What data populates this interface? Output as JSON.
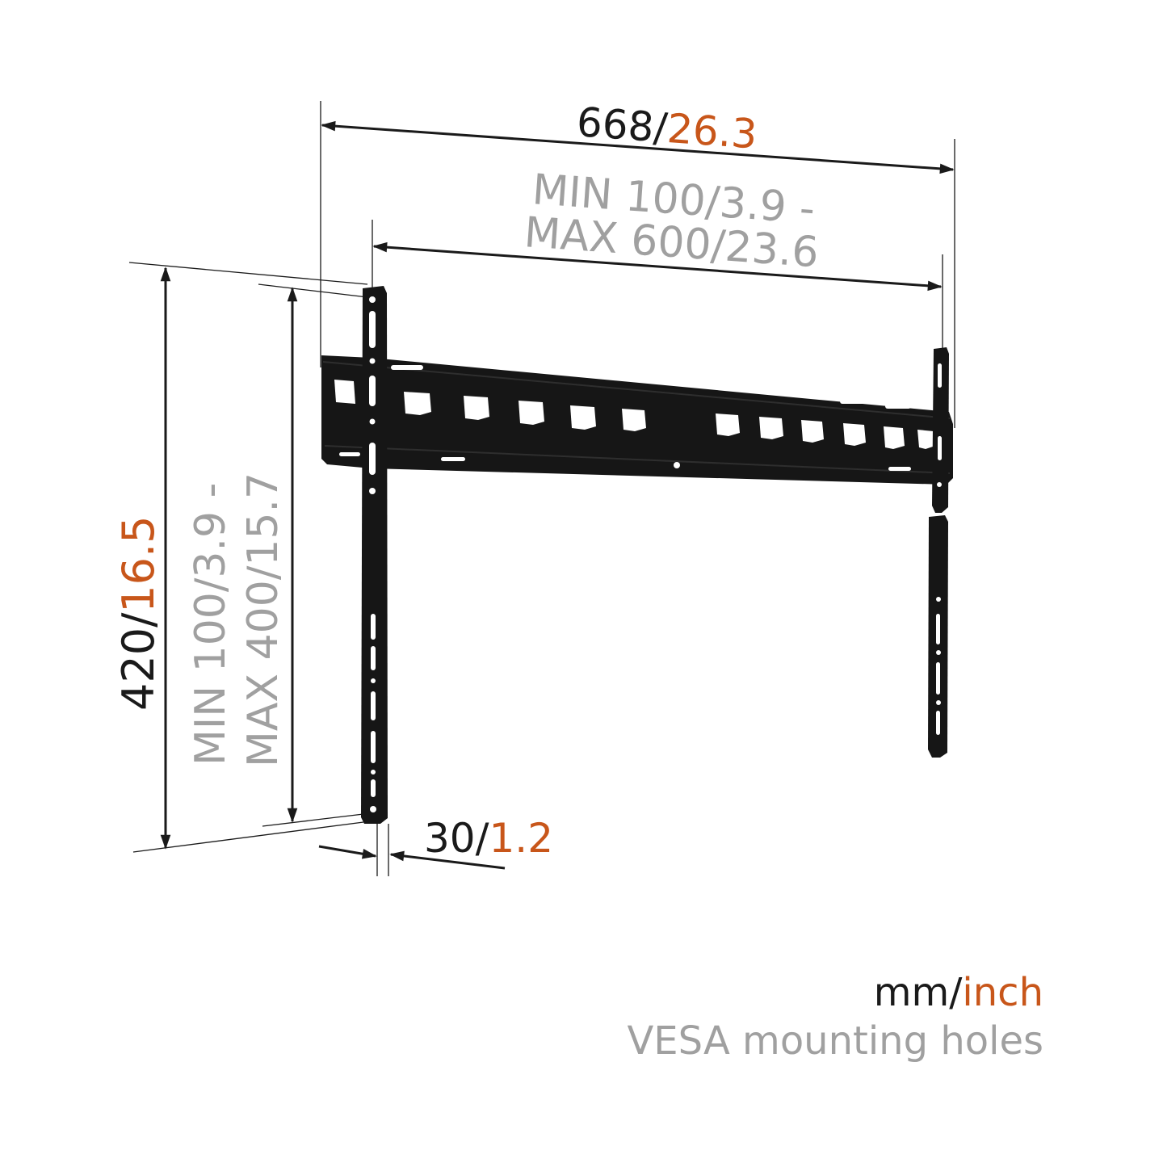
{
  "colors": {
    "dark": "#1a1a1a",
    "accent": "#c8561a",
    "muted": "#a0a0a0",
    "bracket": "#161616"
  },
  "overall_width": {
    "mm": "668",
    "sep": "/",
    "inch": "26.3"
  },
  "vesa_horizontal": {
    "line1_mm": "MIN 100",
    "line1_inch": "/3.9 -",
    "line2_mm": "MAX 600",
    "line2_inch": "/23.6"
  },
  "overall_height": {
    "mm": "420",
    "sep": "/",
    "inch": "16.5"
  },
  "vesa_vertical": {
    "line1_mm": "MIN 100",
    "line1_inch": "/3.9 -",
    "line2_mm": "MAX 400",
    "line2_inch": "/15.7"
  },
  "depth": {
    "mm": "30",
    "sep": "/",
    "inch": "1.2"
  },
  "legend": {
    "units_mm": "mm",
    "units_sep": "/",
    "units_inch": "inch",
    "caption": "VESA mounting holes"
  }
}
